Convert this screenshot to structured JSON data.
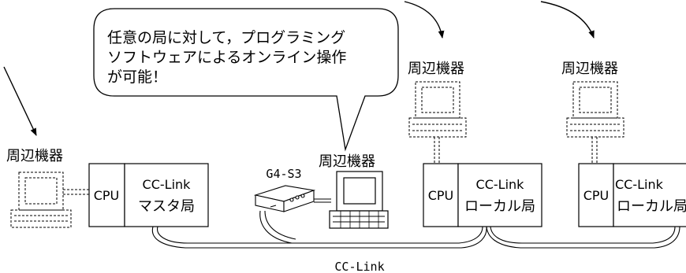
{
  "callout": {
    "line1": "任意の局に対して，プログラミング",
    "line2": "ソフトウェアによるオンライン操作",
    "line3": "が可能！"
  },
  "peripheral_left": {
    "label": "周辺機器"
  },
  "peripheral_center": {
    "label": "周辺機器"
  },
  "peripheral_local1": {
    "label": "周辺機器"
  },
  "peripheral_local2": {
    "label": "周辺機器"
  },
  "master_station": {
    "cpu_label": "CPU",
    "link_label": "CC-Link",
    "role_label": "マスタ局"
  },
  "local_station_1": {
    "cpu_label": "CPU",
    "link_label": "CC-Link",
    "role_label": "ローカル局"
  },
  "local_station_2": {
    "cpu_label": "CPU",
    "link_label": "CC-Link",
    "role_label": "ローカル局"
  },
  "adapter": {
    "label": "G4-S3"
  },
  "network": {
    "label": "CC-Link"
  }
}
